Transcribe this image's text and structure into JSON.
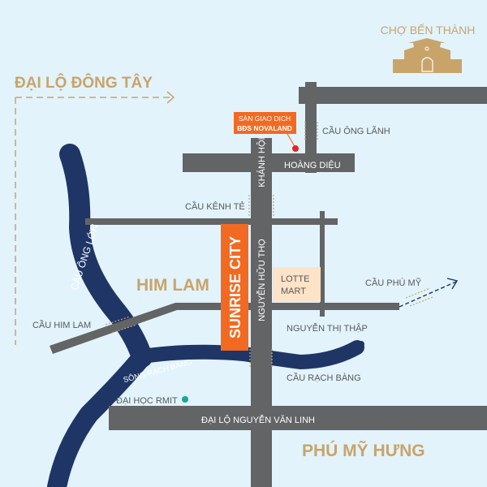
{
  "colors": {
    "background": "#e2f3fb",
    "road": "#636466",
    "river": "#1e3566",
    "accent_orange": "#f26a21",
    "gold": "#c9a46a",
    "lotte_fill": "#fde3c8",
    "marker_red": "#e8202a",
    "rmit_teal": "#1aa59a"
  },
  "landmarks": {
    "cho_ben_thanh": "CHỢ BẾN THÀNH",
    "dai_lo_dong_tay": "ĐẠI LỘ ĐÔNG TÂY",
    "novaland_line1": "SÀN GIAO DỊCH",
    "novaland_line2": "BĐS NOVALAND",
    "sunrise_city": "SUNRISE CITY",
    "lotte_line1": "LOTTE",
    "lotte_line2": "MART",
    "rmit": "ĐẠI HỌC RMIT"
  },
  "areas": {
    "him_lam": "HIM LAM",
    "phu_my_hung": "PHÚ MỸ HƯNG"
  },
  "roads": {
    "hoang_dieu": "HOÀNG DIỆU",
    "khanh_hoi": "KHÁNH HỘI",
    "nguyen_huu_tho": "NGUYỄN HỮU THỌ",
    "nguyen_thi_thap": "NGUYỄN THỊ THẬP",
    "nguyen_van_linh": "ĐẠI LỘ NGUYỄN VĂN LINH"
  },
  "bridges": {
    "ong_lanh": "CẦU ÔNG LÃNH",
    "kenh_te": "CẦU KÊNH TẺ",
    "phu_my": "CẦU PHÚ MỸ",
    "him_lam": "CẦU HIM LAM",
    "rach_bang": "CẦU RẠCH BÀNG",
    "ong_lon": "CẦU ÔNG LỚN"
  },
  "rivers": {
    "rach_bang": "SÔNG RẠCH BÀNG"
  }
}
